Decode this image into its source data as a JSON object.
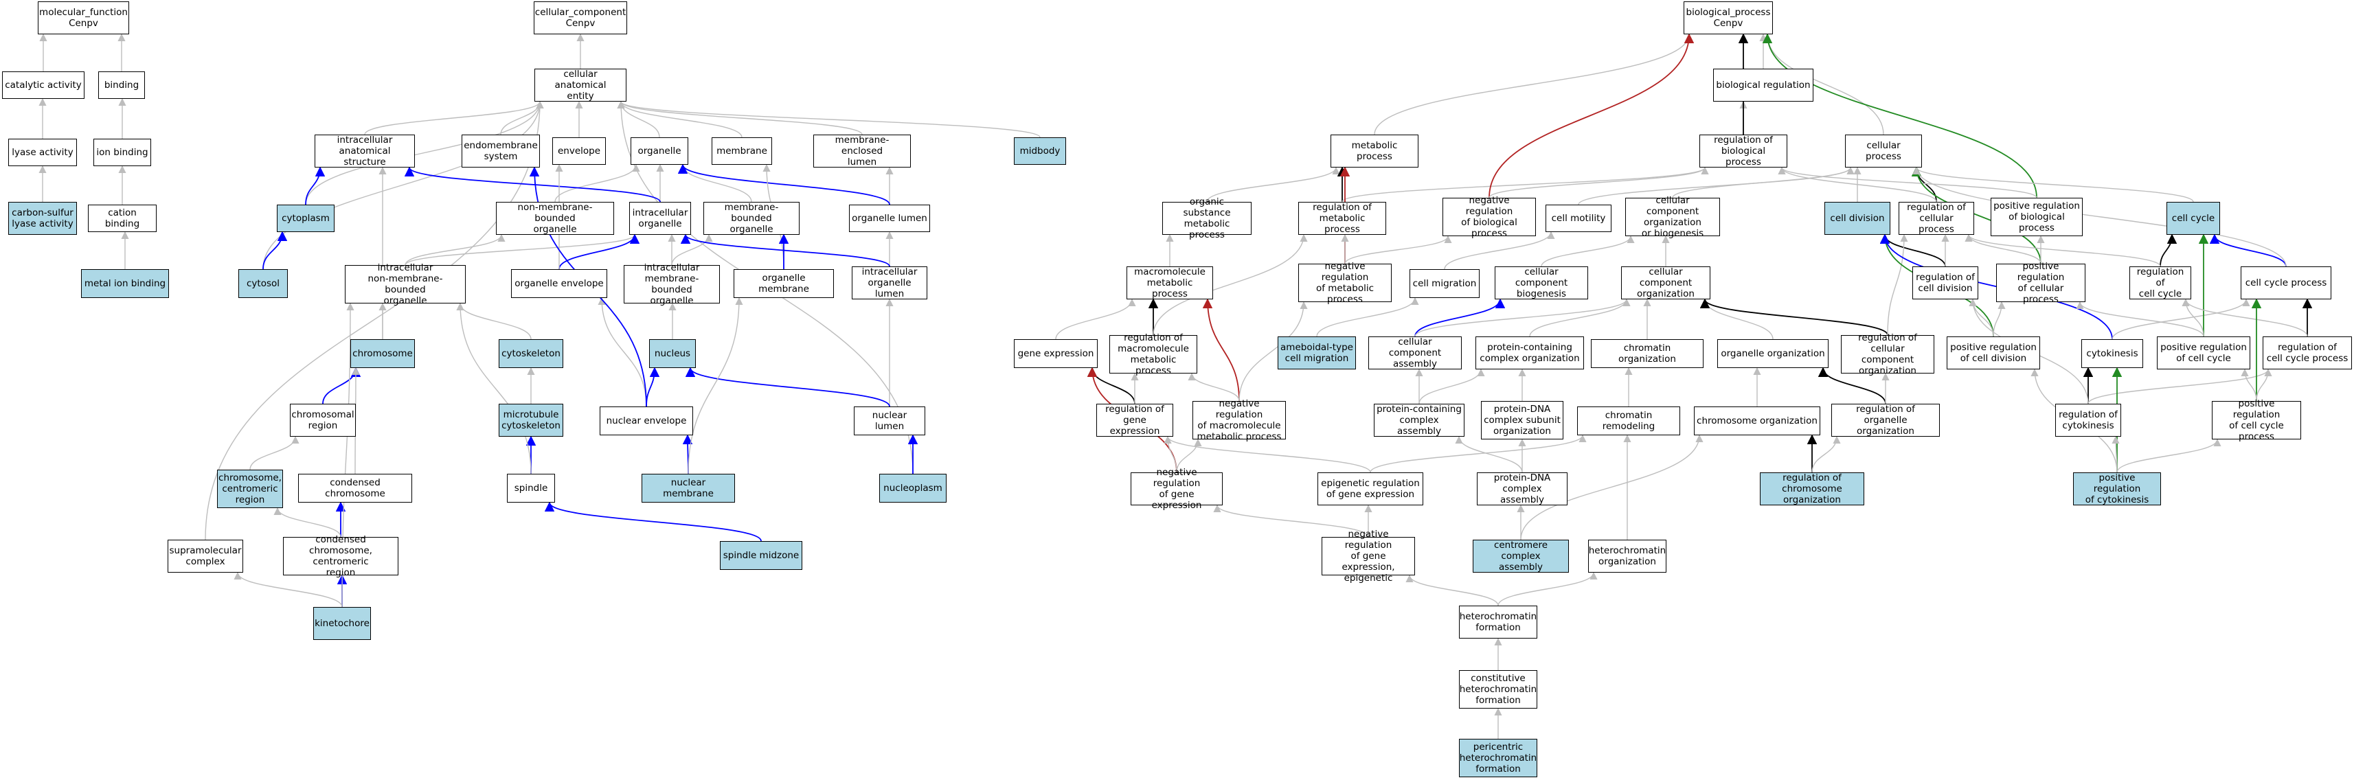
{
  "colors": {
    "highlight": "#add8e6",
    "grey": "#bdbdbd",
    "black": "#000000",
    "blue": "#0000ff",
    "red": "#b22222",
    "green": "#228b22"
  },
  "nodes": {
    "molecular_function": "molecular_function\nCenpv",
    "catalytic_activity": "catalytic activity",
    "binding": "binding",
    "lyase_activity": "lyase activity",
    "ion_binding": "ion binding",
    "carbon_sulfur_lyase": "carbon-sulfur\nlyase activity",
    "cation_binding": "cation binding",
    "metal_ion_binding": "metal ion binding",
    "cellular_component": "cellular_component\nCenpv",
    "cellular_anatomical_entity": "cellular anatomical\nentity",
    "intracellular_anatomical_structure": "intracellular\nanatomical structure",
    "endomembrane_system": "endomembrane\nsystem",
    "envelope": "envelope",
    "organelle": "organelle",
    "membrane": "membrane",
    "membrane_enclosed_lumen": "membrane-enclosed\nlumen",
    "midbody": "midbody",
    "cytoplasm": "cytoplasm",
    "non_membrane_bounded_organelle": "non-membrane-bounded\norganelle",
    "intracellular_organelle": "intracellular\norganelle",
    "membrane_bounded_organelle": "membrane-bounded\norganelle",
    "organelle_lumen": "organelle lumen",
    "cytosol": "cytosol",
    "intracellular_non_membrane_bounded_organelle": "intracellular\nnon-membrane-bounded\norganelle",
    "organelle_envelope": "organelle envelope",
    "intracellular_membrane_bounded_organelle": "intracellular\nmembrane-bounded\norganelle",
    "organelle_membrane": "organelle membrane",
    "intracellular_organelle_lumen": "intracellular\norganelle lumen",
    "chromosome": "chromosome",
    "cytoskeleton": "cytoskeleton",
    "nucleus": "nucleus",
    "chromosomal_region": "chromosomal\nregion",
    "microtubule_cytoskeleton": "microtubule\ncytoskeleton",
    "nuclear_envelope": "nuclear envelope",
    "nuclear_lumen": "nuclear lumen",
    "chromosome_centromeric_region": "chromosome,\ncentromeric\nregion",
    "condensed_chromosome": "condensed chromosome",
    "spindle": "spindle",
    "nuclear_membrane": "nuclear membrane",
    "nucleoplasm": "nucleoplasm",
    "supramolecular_complex": "supramolecular\ncomplex",
    "condensed_chromosome_centromeric_region": "condensed chromosome,\ncentromeric\nregion",
    "spindle_midzone": "spindle midzone",
    "kinetochore": "kinetochore",
    "biological_process": "biological_process\nCenpv",
    "biological_regulation": "biological regulation",
    "metabolic_process": "metabolic process",
    "regulation_of_biological_process": "regulation of\nbiological process",
    "cellular_process": "cellular process",
    "organic_substance_metabolic_process": "organic substance\nmetabolic process",
    "regulation_of_metabolic_process": "regulation of\nmetabolic process",
    "negative_regulation_of_biological_process": "negative regulation\nof biological\nprocess",
    "cell_motility": "cell motility",
    "cellular_component_organization_or_biogenesis": "cellular component\norganization\nor biogenesis",
    "cell_division": "cell division",
    "regulation_of_cellular_process": "regulation of\ncellular process",
    "positive_regulation_of_biological_process": "positive regulation\nof biological\nprocess",
    "cell_cycle": "cell cycle",
    "macromolecule_metabolic_process": "macromolecule\nmetabolic process",
    "negative_regulation_of_metabolic_process": "negative regulation\nof metabolic\nprocess",
    "cell_migration": "cell migration",
    "cellular_component_biogenesis": "cellular component\nbiogenesis",
    "cellular_component_organization": "cellular component\norganization",
    "regulation_of_cell_division": "regulation of\ncell division",
    "positive_regulation_of_cellular_process": "positive regulation\nof cellular\nprocess",
    "regulation_of_cell_cycle": "regulation of\ncell cycle",
    "cell_cycle_process": "cell cycle process",
    "gene_expression": "gene expression",
    "regulation_of_macromolecule_metabolic_process": "regulation of\nmacromolecule\nmetabolic process",
    "ameboidal_type_cell_migration": "ameboidal-type\ncell migration",
    "cellular_component_assembly": "cellular component\nassembly",
    "protein_containing_complex_organization": "protein-containing\ncomplex organization",
    "chromatin_organization": "chromatin organization",
    "organelle_organization": "organelle organization",
    "regulation_of_cellular_component_organization": "regulation of\ncellular component\norganization",
    "positive_regulation_of_cell_division": "positive regulation\nof cell division",
    "cytokinesis": "cytokinesis",
    "positive_regulation_of_cell_cycle": "positive regulation\nof cell cycle",
    "regulation_of_cell_cycle_process": "regulation of\ncell cycle process",
    "regulation_of_gene_expression": "regulation of\ngene expression",
    "negative_regulation_of_macromolecule_metabolic_process": "negative regulation\nof macromolecule\nmetabolic process",
    "protein_containing_complex_assembly": "protein-containing\ncomplex assembly",
    "protein_dna_complex_subunit_organization": "protein-DNA\ncomplex subunit\norganization",
    "chromatin_remodeling": "chromatin remodeling",
    "chromosome_organization": "chromosome organization",
    "regulation_of_organelle_organization": "regulation of\norganelle organization",
    "regulation_of_cytokinesis": "regulation of\ncytokinesis",
    "positive_regulation_of_cell_cycle_process": "positive regulation\nof cell cycle\nprocess",
    "negative_regulation_of_gene_expression": "negative regulation\nof gene expression",
    "epigenetic_regulation_of_gene_expression": "epigenetic regulation\nof gene expression",
    "protein_dna_complex_assembly": "protein-DNA\ncomplex assembly",
    "regulation_of_chromosome_organization": "regulation of\nchromosome organization",
    "positive_regulation_of_cytokinesis": "positive regulation\nof cytokinesis",
    "negative_regulation_of_gene_expression_epigenetic": "negative regulation\nof gene expression,\nepigenetic",
    "centromere_complex_assembly": "centromere complex\nassembly",
    "heterochromatin_organization": "heterochromatin\norganization",
    "heterochromatin_formation": "heterochromatin\nformation",
    "constitutive_heterochromatin_formation": "constitutive\nheterochromatin\nformation",
    "pericentric_heterochromatin_formation": "pericentric\nheterochromatin\nformation"
  }
}
